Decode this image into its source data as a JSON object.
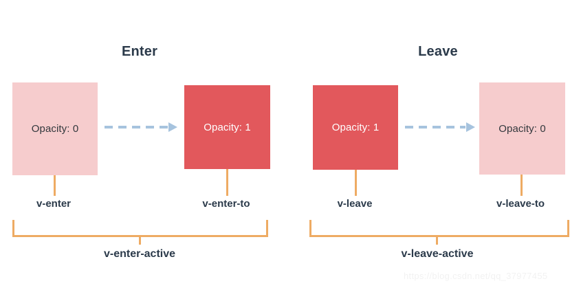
{
  "diagram": {
    "background_color": "#ffffff",
    "palette": {
      "pale_box": "#f6cccd",
      "solid_box": "#e2585c",
      "arrow": "#a6c3de",
      "bracket": "#eeab63",
      "text_dark": "#2b3a4a",
      "text_on_solid": "#ffffff",
      "watermark": "#f2f2f2"
    },
    "groups": [
      {
        "title": "Enter",
        "from_box": {
          "text": "Opacity: 0",
          "style": "pale"
        },
        "to_box": {
          "text": "Opacity: 1",
          "style": "solid"
        },
        "from_label": "v-enter",
        "to_label": "v-enter-to",
        "active_label": "v-enter-active"
      },
      {
        "title": "Leave",
        "from_box": {
          "text": "Opacity: 1",
          "style": "solid"
        },
        "to_box": {
          "text": "Opacity: 0",
          "style": "pale"
        },
        "from_label": "v-leave",
        "to_label": "v-leave-to",
        "active_label": "v-leave-active"
      }
    ]
  },
  "watermark": {
    "text": "https://blog.csdn.net/qq_37977455"
  }
}
